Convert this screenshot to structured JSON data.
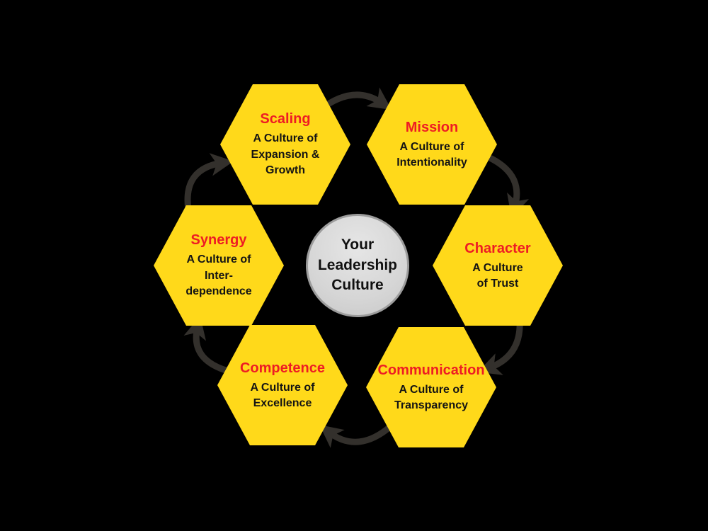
{
  "center": {
    "label": "Your\nLeadership\nCulture"
  },
  "hexagons": [
    {
      "id": "scaling",
      "title": "Scaling",
      "subtitle": "A Culture of\nExpansion &\nGrowth"
    },
    {
      "id": "mission",
      "title": "Mission",
      "subtitle": "A Culture of\nIntentionality"
    },
    {
      "id": "character",
      "title": "Character",
      "subtitle": "A Culture\nof Trust"
    },
    {
      "id": "communication",
      "title": "Communication",
      "subtitle": "A Culture of\nTransparency"
    },
    {
      "id": "competence",
      "title": "Competence",
      "subtitle": "A Culture of\nExcellence"
    },
    {
      "id": "synergy",
      "title": "Synergy",
      "subtitle": "A Culture of\nInter-\ndependence"
    }
  ],
  "cycle": {
    "direction": "clockwise",
    "order": [
      "Scaling",
      "Mission",
      "Character",
      "Communication",
      "Competence",
      "Synergy"
    ]
  },
  "colors": {
    "background": "#000000",
    "hexagon_fill": "#ffd91a",
    "title_red": "#ee1c24",
    "subtitle_black": "#141414",
    "circle_fill": "#d9d9d9",
    "circle_border": "#9c9c9c",
    "arrow": "#33302c"
  }
}
